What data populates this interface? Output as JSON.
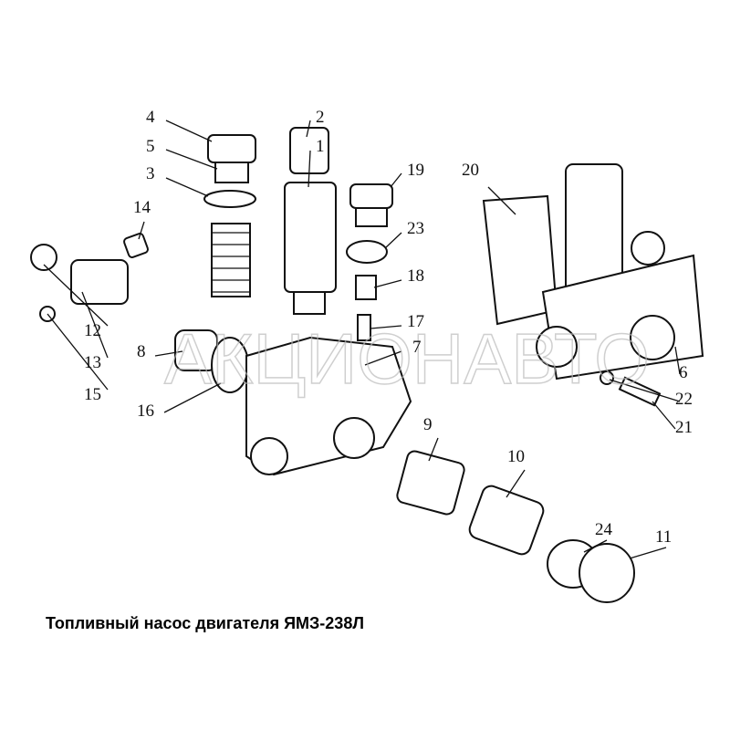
{
  "caption": "Топливный насос двигателя ЯМЗ-238Л",
  "watermark": "АКЦИОНАВТО",
  "labels": {
    "n1": "1",
    "n2": "2",
    "n3": "3",
    "n4": "4",
    "n5": "5",
    "n6": "6",
    "n7": "7",
    "n8": "8",
    "n9": "9",
    "n10": "10",
    "n11": "11",
    "n12": "12",
    "n13": "13",
    "n14": "14",
    "n15": "15",
    "n16": "16",
    "n17": "17",
    "n18": "18",
    "n19": "19",
    "n20": "20",
    "n21": "21",
    "n22": "22",
    "n23": "23",
    "n24": "24"
  }
}
